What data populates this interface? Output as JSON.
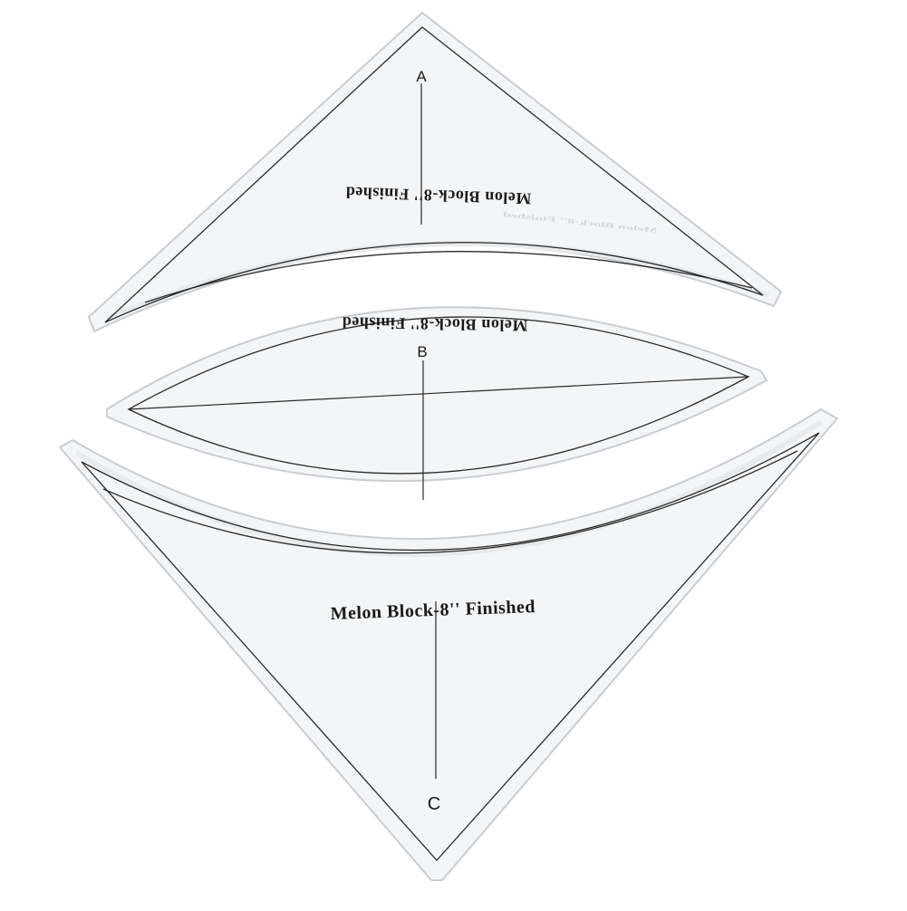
{
  "image": {
    "subject": "clear acrylic quilting templates",
    "background_color": "#ffffff",
    "template_color": "#f4f5f6"
  },
  "pieces": [
    {
      "id": "A",
      "letter": "A",
      "label": "Melon Block-8'' Finished",
      "label_orientation": "upside-down"
    },
    {
      "id": "B",
      "letter": "B",
      "label": "Melon Block-8'' Finished",
      "label_orientation": "upside-down"
    },
    {
      "id": "C",
      "letter": "C",
      "label": "Melon Block-8'' Finished",
      "label_orientation": "upright"
    }
  ]
}
